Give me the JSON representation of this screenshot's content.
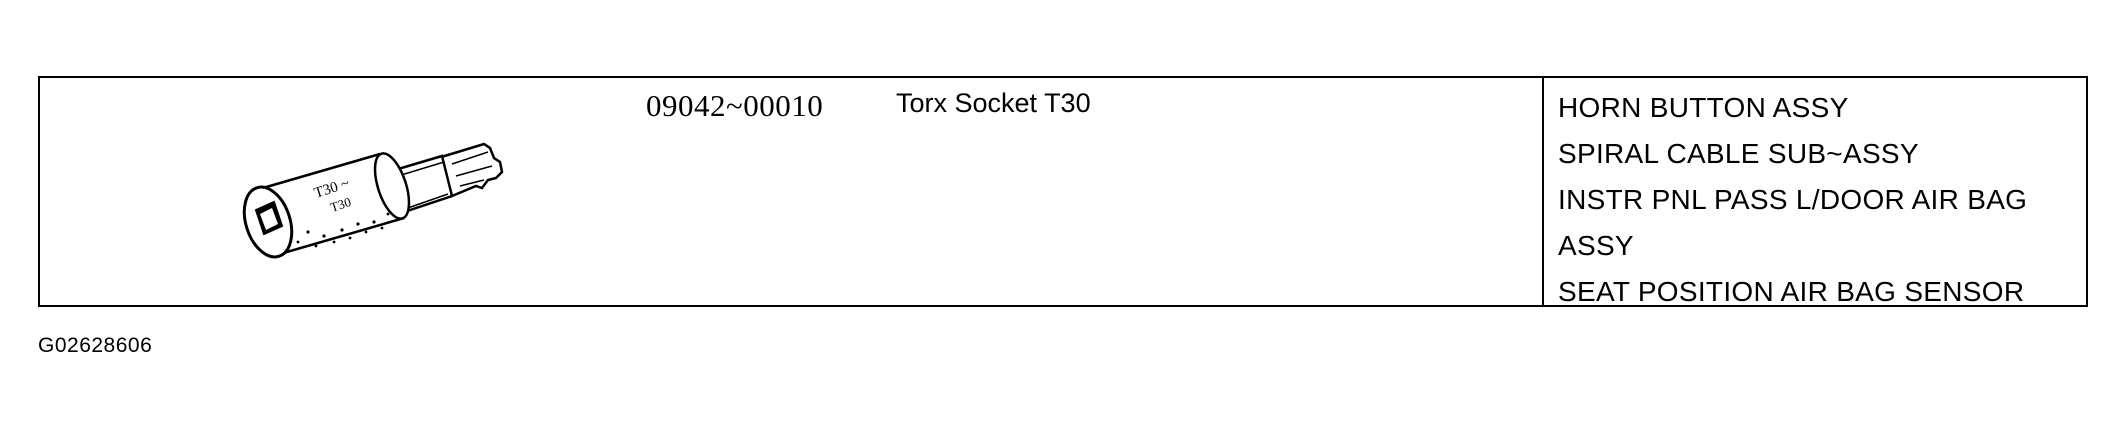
{
  "tool": {
    "part_number": "09042~00010",
    "name": "Torx Socket T30",
    "illustration_icon": "torx-socket-icon",
    "socket_marking": "T30"
  },
  "applications": [
    "HORN BUTTON ASSY",
    "SPIRAL CABLE SUB~ASSY",
    "INSTR PNL PASS L/DOOR AIR BAG",
    "ASSY",
    "SEAT POSITION AIR BAG SENSOR"
  ],
  "figure_id": "G02628606"
}
